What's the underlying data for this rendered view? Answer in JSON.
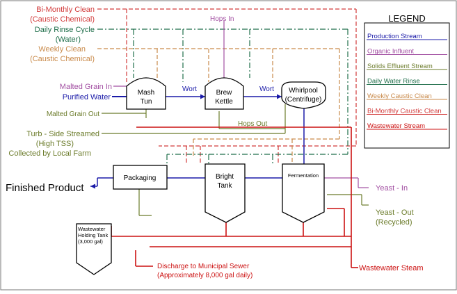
{
  "legend": {
    "title": "LEGEND",
    "items": [
      {
        "label": "Production Stream",
        "color": "#1a1aa8"
      },
      {
        "label": "Organic Influent",
        "color": "#a24fa2"
      },
      {
        "label": "Solids Effluent Stream",
        "color": "#6b7b2a"
      },
      {
        "label": "Daily Water Rinse",
        "color": "#1f6e4a"
      },
      {
        "label": "Weekly Caustic Clean",
        "color": "#c98a4a"
      },
      {
        "label": "Bi-Monthly Caustic Clean",
        "color": "#d23a3a"
      },
      {
        "label": "Wastewater Stream",
        "color": "#cc1111"
      }
    ]
  },
  "left_labels": {
    "bimonthly_1": "Bi-Monthly Clean",
    "bimonthly_2": "(Caustic Chemical)",
    "daily_1": "Daily Rinse Cycle",
    "daily_2": "(Water)",
    "weekly_1": "Weekly Clean",
    "weekly_2": "(Caustic Chemical)",
    "malted_in": "Malted Grain In",
    "purified": "Purified Water",
    "malted_out": "Malted Grain Out",
    "turb_1": "Turb - Side Streamed",
    "turb_2": "(High TSS)",
    "turb_3": "Collected by Local Farm",
    "finished": "Finished Product"
  },
  "equipment": {
    "mash_tun_1": "Mash",
    "mash_tun_2": "Tun",
    "brew_kettle_1": "Brew",
    "brew_kettle_2": "Kettle",
    "whirlpool_1": "Whirlpool",
    "whirlpool_2": "(Centrifuge)",
    "packaging": "Packaging",
    "bright_tank_1": "Bright",
    "bright_tank_2": "Tank",
    "fermentation": "Fermentation",
    "holding_1": "Wastewater",
    "holding_2": "Holding Tank",
    "holding_3": "(3,000 gal)"
  },
  "flow_labels": {
    "hops_in": "Hops In",
    "hops_out": "Hops Out",
    "wort_1": "Wort",
    "wort_2": "Wort",
    "yeast_in": "Yeast - In",
    "yeast_out_1": "Yeast - Out",
    "yeast_out_2": "(Recycled)",
    "discharge_1": "Discharge to Municipal Sewer",
    "discharge_2": "(Approximately 8,000 gal daily)",
    "wastewater_steam": "Wastewater Steam"
  },
  "colors": {
    "production": "#1a1aa8",
    "organic": "#a24fa2",
    "solids": "#6b7b2a",
    "daily": "#1f6e4a",
    "weekly": "#c98a4a",
    "bimonthly": "#d23a3a",
    "wastewater": "#cc1111"
  }
}
